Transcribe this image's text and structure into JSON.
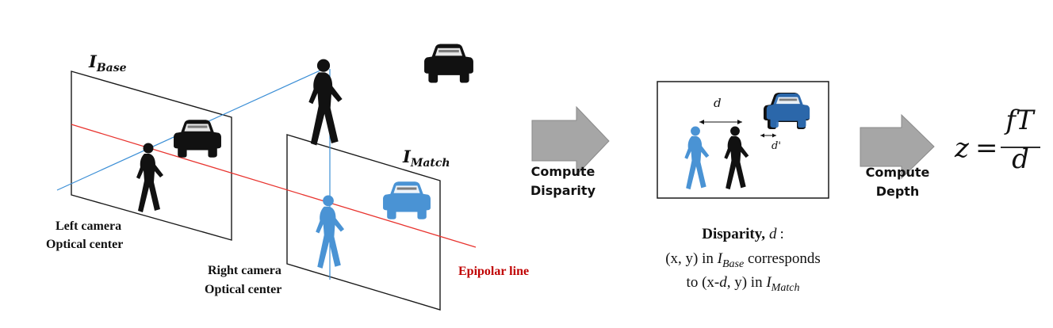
{
  "labels": {
    "i_base_main": "I",
    "i_base_sub": "Base",
    "i_match_main": "I",
    "i_match_sub": "Match",
    "left_camera_line1": "Left camera",
    "left_camera_line2": "Optical center",
    "right_camera_line1": "Right camera",
    "right_camera_line2": "Optical center",
    "epipolar": "Epipolar line",
    "compute_disparity_line1": "Compute",
    "compute_disparity_line2": "Disparity",
    "compute_depth_line1": "Compute",
    "compute_depth_line2": "Depth",
    "d_top": "d",
    "d_prime": "d'"
  },
  "caption": {
    "title": "Disparity,",
    "title_var": "d",
    "title_colon": ":",
    "line2_pre": "(x, y) in ",
    "line2_i": "I",
    "line2_sub": "Base",
    "line2_post": " corresponds",
    "line3_pre": "to (x-",
    "line3_var": "d",
    "line3_mid": ", y) in ",
    "line3_i": "I",
    "line3_sub": "Match"
  },
  "formula": {
    "lhs": "z",
    "eq": "=",
    "numerator": "fT",
    "denominator": "d"
  },
  "colors": {
    "epipolar_red": "#e8332e",
    "ray_blue": "#3c8fd6",
    "figure_blue": "#4a93d4",
    "arrow_gray": "#a6a6a6",
    "epipolar_label": "#c00000",
    "silhouette": "#111111"
  },
  "icons": {
    "pedestrian": "walking-person-silhouette",
    "car": "car-rear-silhouette"
  }
}
